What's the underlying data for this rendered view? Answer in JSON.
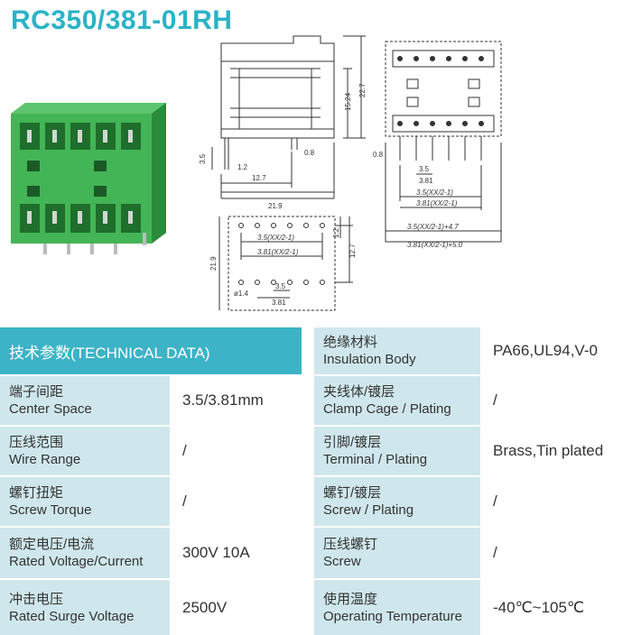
{
  "title": "RC350/381-01RH",
  "drawing": {
    "side_view": {
      "h1": "15.24",
      "h2": "22.7",
      "pin": "3.5",
      "d1": "1.2",
      "d2": "12.7",
      "d3": "0.8",
      "width": "21.9"
    },
    "front_view": {
      "d1": "0.8",
      "d2": "3.5",
      "d3": "3.81",
      "dim_a": "3.5(XX/2-1)",
      "dim_b": "3.81(XX/2-1)",
      "dim_c": "3.5(XX/2-1)+4.7",
      "dim_d": "3.81(XX/2-1)+5.0"
    },
    "pcb_view": {
      "dim_a": "3.5(XX/2-1)",
      "dim_b": "3.81(XX/2-1)",
      "h1": "1.2",
      "h2": "12.7",
      "height": "21.9",
      "hole": "ø1.4",
      "p1": "3.5",
      "p2": "3.81"
    }
  },
  "spec": {
    "header": "技术参数(TECHNICAL DATA)",
    "left": [
      {
        "cn": "端子间距",
        "en": "Center Space",
        "value": "3.5/3.81mm"
      },
      {
        "cn": "压线范围",
        "en": "Wire Range",
        "value": "/"
      },
      {
        "cn": "螺钉扭矩",
        "en": "Screw Torque",
        "value": "/"
      },
      {
        "cn": "额定电压/电流",
        "en": "Rated Voltage/Current",
        "value": "300V 10A"
      },
      {
        "cn": "冲击电压",
        "en": "Rated Surge Voltage",
        "value": "2500V"
      }
    ],
    "right": [
      {
        "cn": "绝缘材料",
        "en": "Insulation Body",
        "value": "PA66,UL94,V-0"
      },
      {
        "cn": "夹线体/镀层",
        "en": "Clamp Cage / Plating",
        "value": "/"
      },
      {
        "cn": "引脚/镀层",
        "en": "Terminal / Plating",
        "value": "Brass,Tin plated"
      },
      {
        "cn": "螺钉/镀层",
        "en": "Screw / Plating",
        "value": "/"
      },
      {
        "cn": "压线螺钉",
        "en": "Screw",
        "value": "/"
      },
      {
        "cn": "使用温度",
        "en": "Operating Temperature",
        "value": "-40℃~105℃"
      }
    ]
  }
}
